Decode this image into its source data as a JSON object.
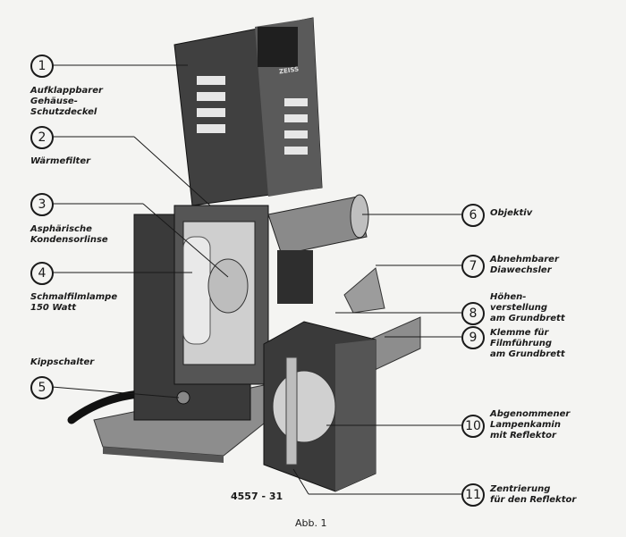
{
  "figure": {
    "code": "4557 - 31",
    "caption": "Abb. 1",
    "plate_text": "ZEISS"
  },
  "callouts": [
    {
      "n": "1",
      "label": "Aufklappbarer\nGehäuse-\nSchutzdeckel"
    },
    {
      "n": "2",
      "label": "Wärmefilter"
    },
    {
      "n": "3",
      "label": "Asphärische\nKondensorlinse"
    },
    {
      "n": "4",
      "label": "Schmalfilmlampe\n150 Watt"
    },
    {
      "n": "5",
      "label": "Kippschalter"
    },
    {
      "n": "6",
      "label": "Objektiv"
    },
    {
      "n": "7",
      "label": "Abnehmbarer\nDiawechsler"
    },
    {
      "n": "8",
      "label": "Höhen-\nverstellung\nam Grundbrett"
    },
    {
      "n": "9",
      "label": "Klemme für\nFilmführung\nam Grundbrett"
    },
    {
      "n": "10",
      "label": "Abgenommener\nLampenkamin\nmit Reflektor"
    },
    {
      "n": "11",
      "label": "Zentrierung\nfür den Reflektor"
    }
  ]
}
